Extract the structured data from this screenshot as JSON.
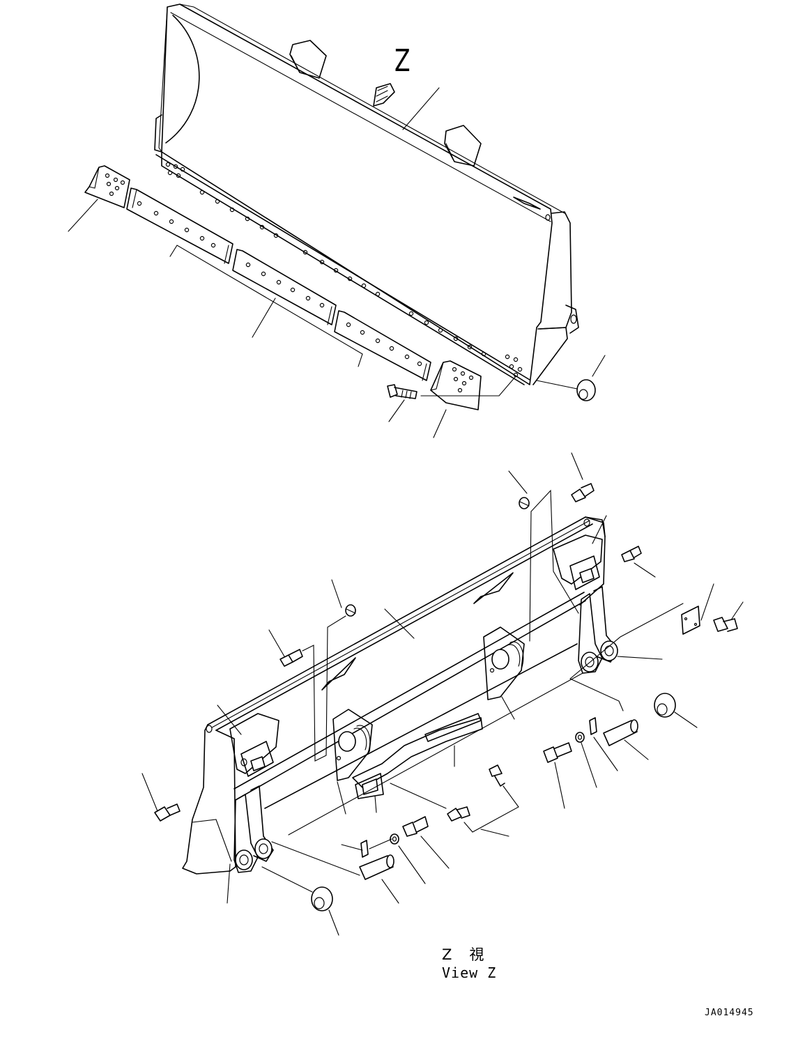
{
  "view_marker": "Z",
  "view_caption_jp": "Z　視",
  "view_caption_en": "View Z",
  "drawing_id": "JA014945"
}
